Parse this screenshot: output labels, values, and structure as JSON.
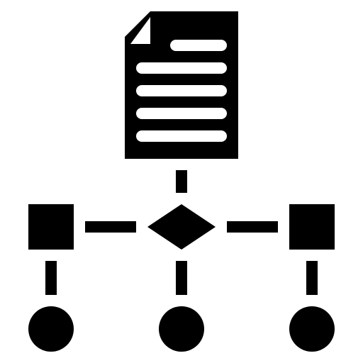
{
  "diagram": {
    "type": "flowchart-icon",
    "style": "glyph",
    "colors": {
      "foreground": "#000000",
      "background": "#ffffff"
    },
    "nodes": [
      {
        "id": "document",
        "shape": "document-with-folded-corner",
        "text_lines": 5
      },
      {
        "id": "decision",
        "shape": "diamond"
      },
      {
        "id": "left-process",
        "shape": "square"
      },
      {
        "id": "right-process",
        "shape": "square"
      },
      {
        "id": "left-terminal",
        "shape": "circle"
      },
      {
        "id": "center-terminal",
        "shape": "circle"
      },
      {
        "id": "right-terminal",
        "shape": "circle"
      }
    ],
    "edges": [
      {
        "from": "document",
        "to": "decision"
      },
      {
        "from": "decision",
        "to": "left-process"
      },
      {
        "from": "decision",
        "to": "right-process"
      },
      {
        "from": "left-process",
        "to": "left-terminal"
      },
      {
        "from": "decision",
        "to": "center-terminal"
      },
      {
        "from": "right-process",
        "to": "right-terminal"
      }
    ]
  }
}
